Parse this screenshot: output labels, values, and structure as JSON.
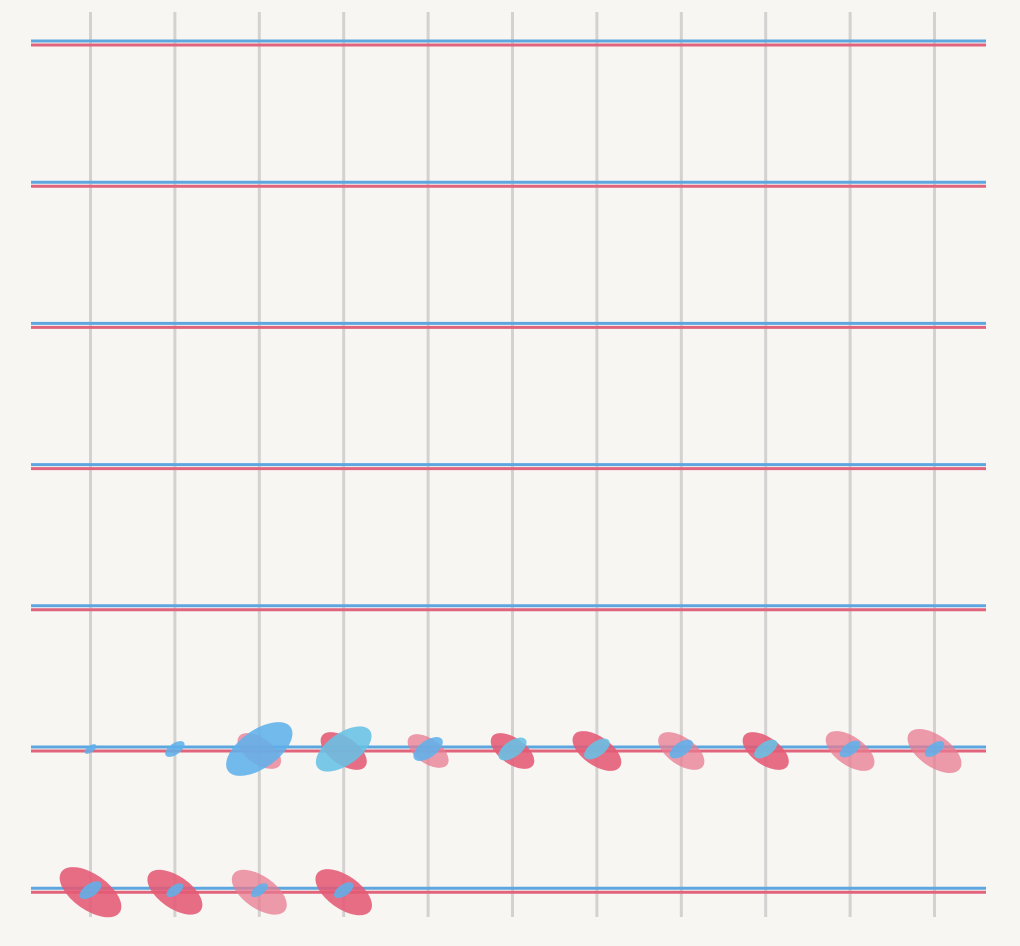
{
  "chart_data": {
    "type": "scatter",
    "title": "",
    "xlabel": "",
    "ylabel": "",
    "columns": 11,
    "rows": 7,
    "grid": true,
    "legend": "none",
    "colors": {
      "background": "#f8f6f3",
      "grid": "#d4d2d0",
      "blue_line": "#5ea6df",
      "red_line": "#e0647c",
      "red": "#e45a75",
      "red_light": "#e87a90",
      "blue": "#5fb0ea",
      "cyan": "#66c1e6"
    },
    "series": [
      {
        "color_key": "red",
        "points": [
          {
            "col": 2,
            "row": 5,
            "size": 0.5,
            "tone": "red_light"
          },
          {
            "col": 3,
            "row": 5,
            "size": 0.55,
            "tone": "red"
          },
          {
            "col": 4,
            "row": 5,
            "size": 0.45,
            "tone": "red_light"
          },
          {
            "col": 5,
            "row": 5,
            "size": 0.5,
            "tone": "red"
          },
          {
            "col": 6,
            "row": 5,
            "size": 0.6,
            "tone": "red"
          },
          {
            "col": 7,
            "row": 5,
            "size": 0.55,
            "tone": "red_light"
          },
          {
            "col": 8,
            "row": 5,
            "size": 0.55,
            "tone": "red"
          },
          {
            "col": 9,
            "row": 5,
            "size": 0.6,
            "tone": "red_light"
          },
          {
            "col": 10,
            "row": 5,
            "size": 0.7,
            "tone": "red_light"
          },
          {
            "col": 0,
            "row": 6,
            "size": 0.85,
            "tone": "red"
          },
          {
            "col": 1,
            "row": 6,
            "size": 0.72,
            "tone": "red"
          },
          {
            "col": 2,
            "row": 6,
            "size": 0.72,
            "tone": "red_light"
          },
          {
            "col": 3,
            "row": 6,
            "size": 0.75,
            "tone": "red"
          }
        ]
      },
      {
        "color_key": "blue",
        "points": [
          {
            "col": 0,
            "row": 5,
            "size": 0.08,
            "tone": "blue"
          },
          {
            "col": 1,
            "row": 5,
            "size": 0.2,
            "tone": "blue"
          },
          {
            "col": 2,
            "row": 5,
            "size": 0.95,
            "tone": "blue"
          },
          {
            "col": 3,
            "row": 5,
            "size": 0.78,
            "tone": "cyan"
          },
          {
            "col": 4,
            "row": 5,
            "size": 0.36,
            "tone": "blue"
          },
          {
            "col": 5,
            "row": 5,
            "size": 0.34,
            "tone": "cyan"
          },
          {
            "col": 6,
            "row": 5,
            "size": 0.3,
            "tone": "cyan"
          },
          {
            "col": 7,
            "row": 5,
            "size": 0.26,
            "tone": "blue"
          },
          {
            "col": 8,
            "row": 5,
            "size": 0.26,
            "tone": "cyan"
          },
          {
            "col": 9,
            "row": 5,
            "size": 0.22,
            "tone": "blue"
          },
          {
            "col": 10,
            "row": 5,
            "size": 0.2,
            "tone": "blue"
          },
          {
            "col": 0,
            "row": 6,
            "size": 0.24,
            "tone": "blue"
          },
          {
            "col": 1,
            "row": 6,
            "size": 0.16,
            "tone": "blue"
          },
          {
            "col": 2,
            "row": 6,
            "size": 0.16,
            "tone": "blue"
          },
          {
            "col": 3,
            "row": 6,
            "size": 0.2,
            "tone": "blue"
          }
        ]
      }
    ]
  }
}
